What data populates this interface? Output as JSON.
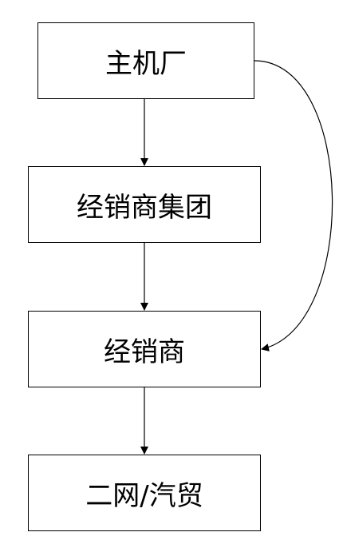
{
  "diagram": {
    "nodes": [
      {
        "id": "n1",
        "label": "主机厂"
      },
      {
        "id": "n2",
        "label": "经销商集团"
      },
      {
        "id": "n3",
        "label": "经销商"
      },
      {
        "id": "n4",
        "label": "二网/汽贸"
      }
    ],
    "edges": [
      {
        "from": "n1",
        "to": "n2",
        "style": "straight"
      },
      {
        "from": "n2",
        "to": "n3",
        "style": "straight"
      },
      {
        "from": "n3",
        "to": "n4",
        "style": "straight"
      },
      {
        "from": "n1",
        "to": "n3",
        "style": "curved"
      }
    ],
    "colors": {
      "stroke": "#000000",
      "fill": "#ffffff",
      "text": "#000000"
    }
  }
}
